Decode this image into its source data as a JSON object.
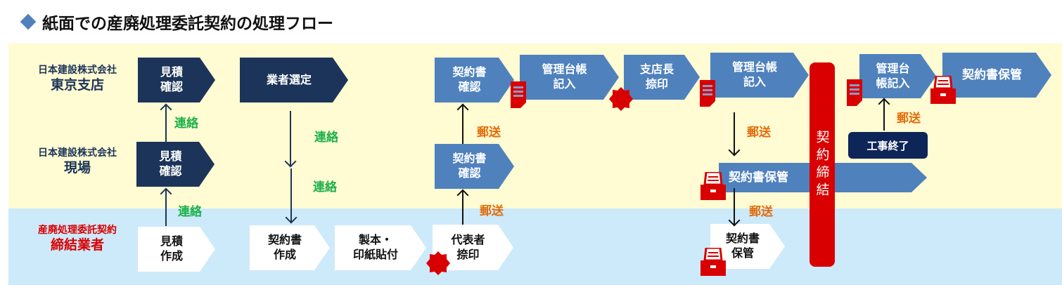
{
  "title": "紙面での産廃処理委託契約の処理フロー",
  "lanes": [
    {
      "small": "日本建設株式会社",
      "large": "東京支店",
      "color": "#1C3459"
    },
    {
      "small": "日本建設株式会社",
      "large": "現場",
      "color": "#1C3459"
    },
    {
      "small": "産廃処理委託契約",
      "large": "締結業者",
      "color": "#D80000"
    }
  ],
  "steps": {
    "mitsumori_kakunin_top": "見積\n確認",
    "gyousha_sentei": "業者選定",
    "mitsumori_kakunin_mid": "見積\n確認",
    "mitsumori_sakusei": "見積\n作成",
    "keiyakusho_sakusei": "契約書\n作成",
    "seihon": "製本・\n印紙貼付",
    "daihyousha_natsuin": "代表者\n捺印",
    "keiyakusho_kakunin_top": "契約書\n確認",
    "kanri_daichou_1": "管理台帳\n記入",
    "shitenchou_natsuin": "支店長\n捺印",
    "kanri_daichou_2": "管理台帳\n記入",
    "kanri_daichou_3": "管理台\n帳記入",
    "keiyakusho_hokan_right": "契約書保管",
    "keiyakusho_kakunin_mid": "契約書\n確認",
    "keiyakusho_hokan_mid": "契約書保管",
    "keiyakusho_hokan_bottom": "契約書\n保管",
    "kouji_shuuryou": "工事終了",
    "keiyaku_teiketsu": "契約締結"
  },
  "edge_labels": {
    "renraku": "連絡",
    "yuusou": "郵送"
  },
  "colors": {
    "navy": "#1C3459",
    "blue": "#4F81BD",
    "red": "#D80000",
    "green": "#1BB04A",
    "orange": "#E36C0A"
  }
}
